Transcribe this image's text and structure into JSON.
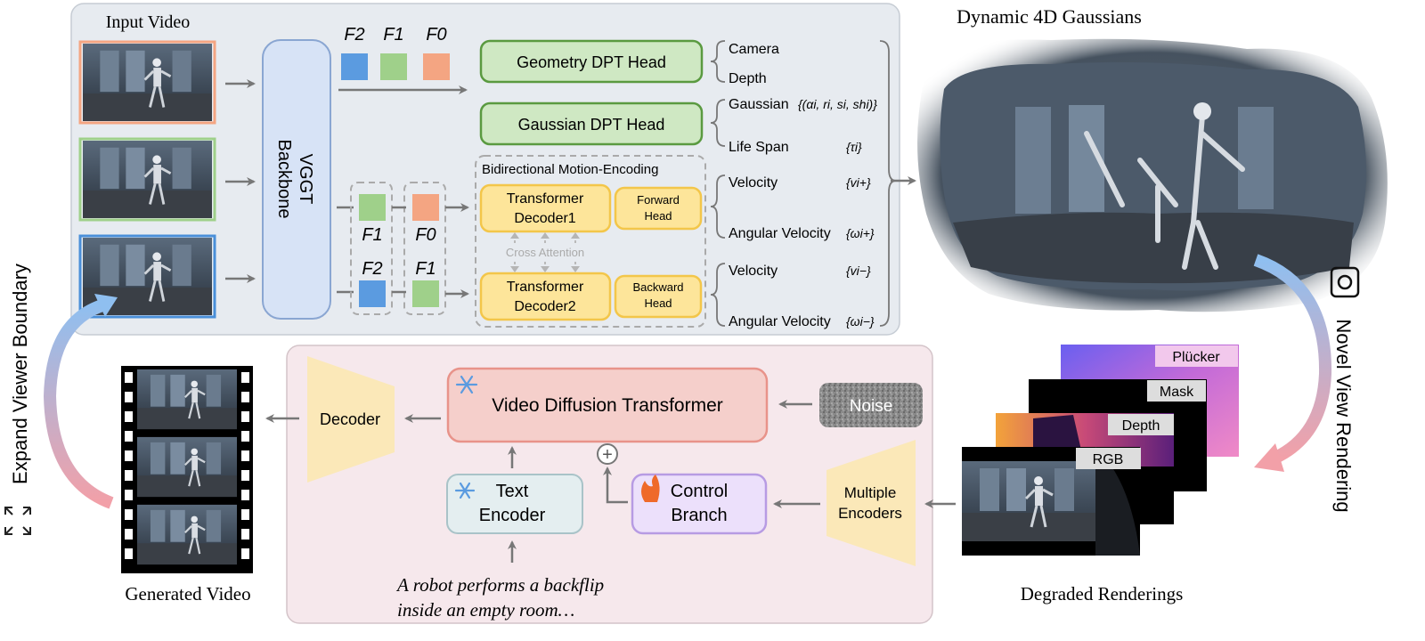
{
  "top_panel": {
    "input_video_title": "Input Video",
    "backbone_line1": "VGGT",
    "backbone_line2": "Backbone",
    "features_top": [
      "F2",
      "F1",
      "F0"
    ],
    "features_mid": [
      "F1",
      "F0"
    ],
    "features_bot": [
      "F2",
      "F1"
    ],
    "geometry_head": "Geometry DPT Head",
    "gaussian_head": "Gaussian DPT Head",
    "motion_group_title": "Bidirectional Motion-Encoding",
    "decoder1_line1": "Transformer",
    "decoder1_line2": "Decoder1",
    "decoder2_line1": "Transformer",
    "decoder2_line2": "Decoder2",
    "forward_head_line1": "Forward",
    "forward_head_line2": "Head",
    "backward_head_line1": "Backward",
    "backward_head_line2": "Head",
    "cross_attention": "Cross Attention",
    "outputs": {
      "camera": "Camera",
      "depth": "Depth",
      "gaussian": "Gaussian",
      "gaussian_sym": "{(αi, ri, si, shi)}",
      "life_span": "Life Span",
      "life_span_sym": "{τi}",
      "velocity_fwd": "Velocity",
      "velocity_fwd_sym": "{vi+}",
      "angular_fwd": "Angular Velocity",
      "angular_fwd_sym": "{ωi+}",
      "velocity_bwd": "Velocity",
      "velocity_bwd_sym": "{vi−}",
      "angular_bwd": "Angular Velocity",
      "angular_bwd_sym": "{ωi−}"
    }
  },
  "gaussians_title": "Dynamic 4D Gaussians",
  "novel_view_label": "Novel View Rendering",
  "expand_label": "Expand Viewer Boundary",
  "bottom_panel": {
    "noise": "Noise",
    "vdt": "Video Diffusion Transformer",
    "decoder": "Decoder",
    "text_encoder_line1": "Text",
    "text_encoder_line2": "Encoder",
    "control_line1": "Control",
    "control_line2": "Branch",
    "multi_enc_line1": "Multiple",
    "multi_enc_line2": "Encoders",
    "prompt_line1": "A robot performs a backflip",
    "prompt_line2": "inside an empty room…",
    "plus": "+"
  },
  "renderings": {
    "plucker": "Plücker",
    "mask": "Mask",
    "depth": "Depth",
    "rgb": "RGB",
    "title": "Degraded Renderings"
  },
  "generated_video_title": "Generated Video",
  "colors": {
    "frame_orange": "#f4a582",
    "frame_green": "#9fd08a",
    "frame_blue": "#4a8fd9",
    "head_green": "#5a9a40",
    "decoder_yellow": "#f3c64a",
    "vdt_red": "#e8938a",
    "control_purple": "#b79be3"
  }
}
